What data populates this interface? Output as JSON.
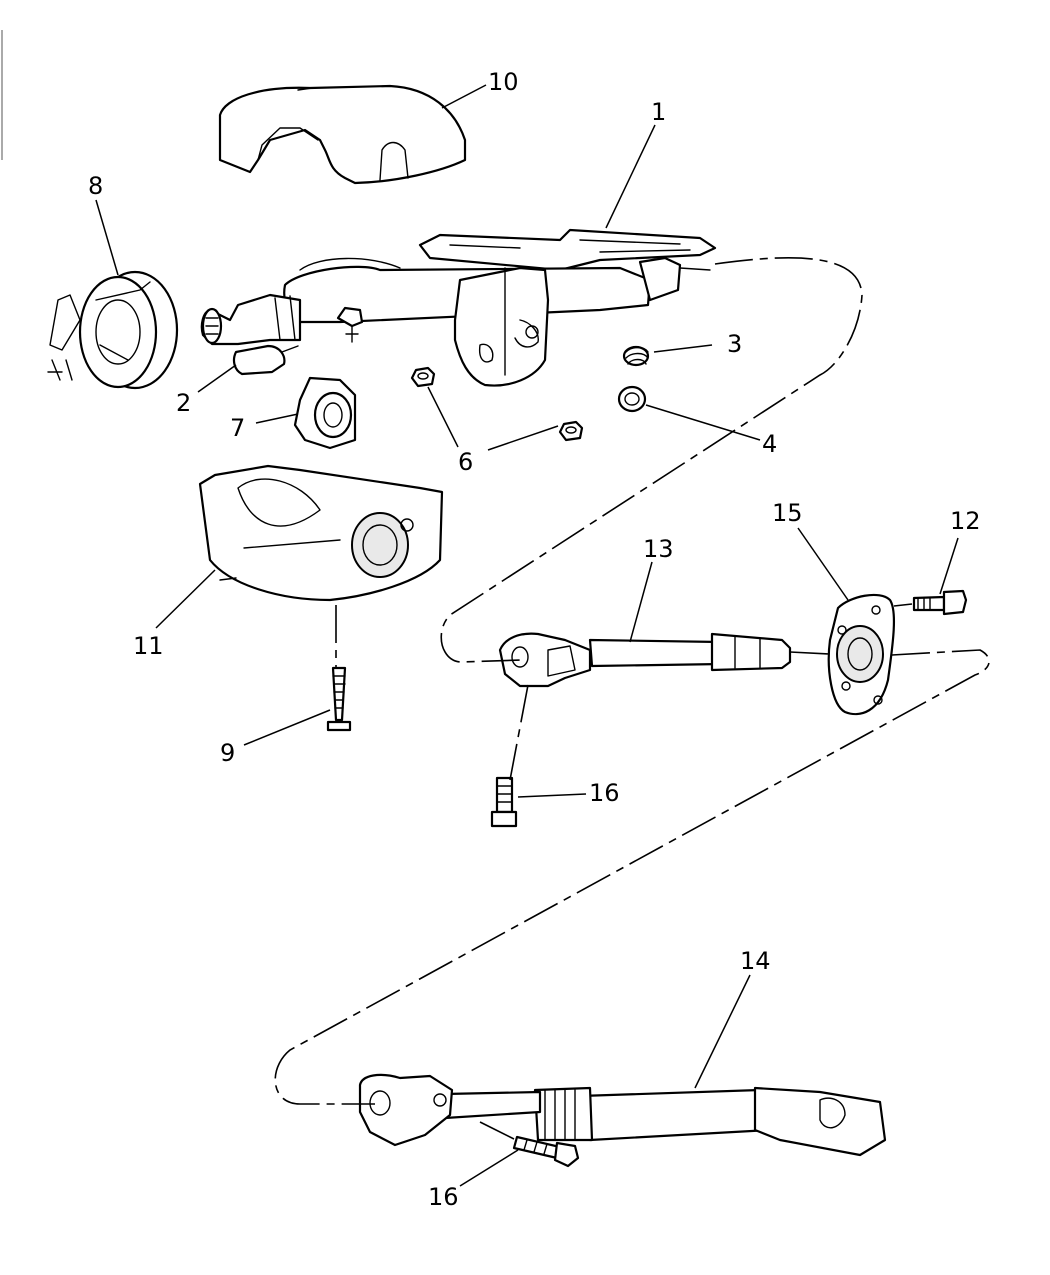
{
  "callouts": {
    "c1": "1",
    "c2": "2",
    "c3": "3",
    "c4": "4",
    "c6a": "6",
    "c7": "7",
    "c8": "8",
    "c9": "9",
    "c10": "10",
    "c11": "11",
    "c12": "12",
    "c13": "13",
    "c14": "14",
    "c15": "15",
    "c16a": "16",
    "c16b": "16"
  }
}
